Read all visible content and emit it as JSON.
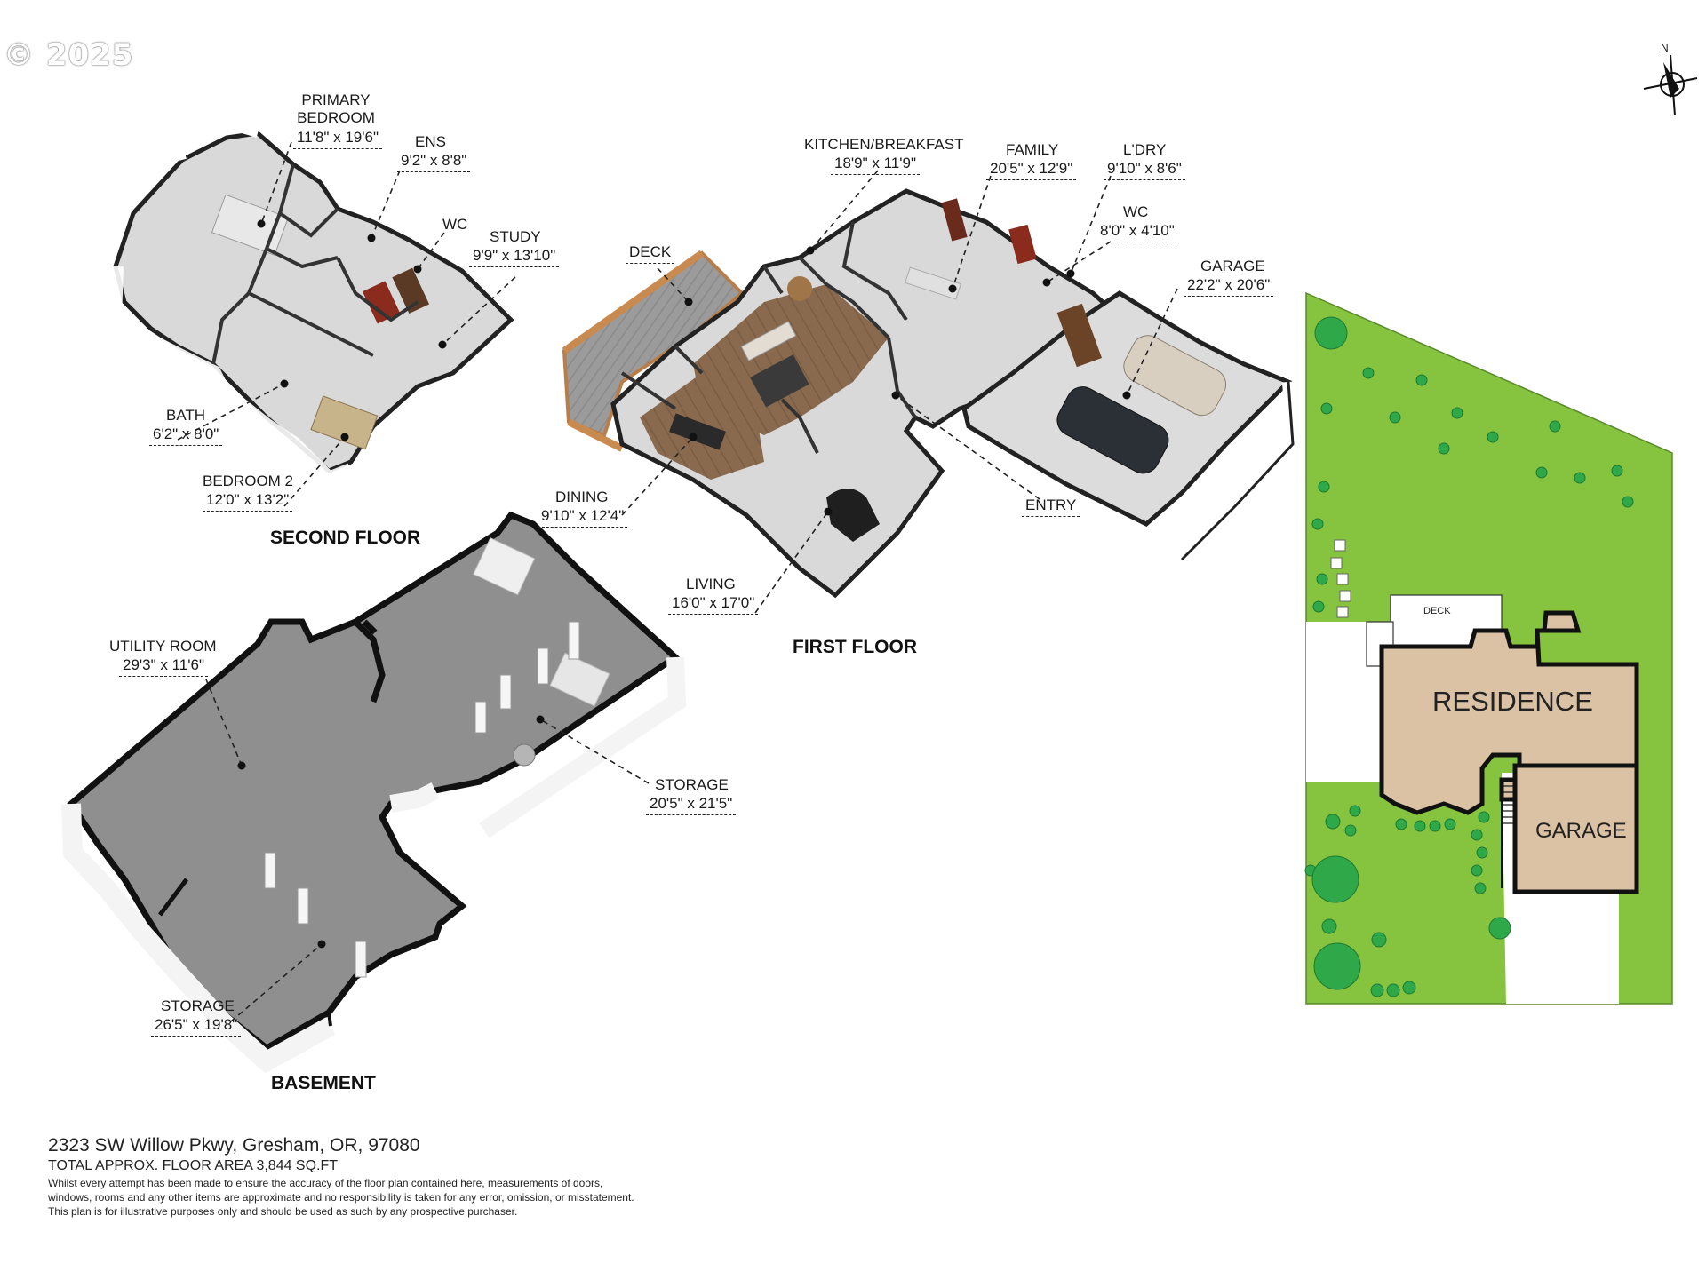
{
  "copyright": "© 2025",
  "compass": {
    "north_label": "N"
  },
  "floors": {
    "second": "SECOND FLOOR",
    "first": "FIRST FLOOR",
    "basement": "BASEMENT"
  },
  "rooms": {
    "primary_bedroom": {
      "name": "PRIMARY\nBEDROOM",
      "dims": "11'8\" x 19'6\""
    },
    "ens": {
      "name": "ENS",
      "dims": "9'2\" x 8'8\""
    },
    "wc_second": {
      "name": "WC",
      "dims": ""
    },
    "study": {
      "name": "STUDY",
      "dims": "9'9\" x 13'10\""
    },
    "bath": {
      "name": "BATH",
      "dims": "6'2\" x 8'0\""
    },
    "bedroom2": {
      "name": "BEDROOM 2",
      "dims": "12'0\" x 13'2\""
    },
    "deck": {
      "name": "DECK",
      "dims": ""
    },
    "kitchen": {
      "name": "KITCHEN/BREAKFAST",
      "dims": "18'9\" x 11'9\""
    },
    "family": {
      "name": "FAMILY",
      "dims": "20'5\" x 12'9\""
    },
    "laundry": {
      "name": "L'DRY",
      "dims": "9'10\" x 8'6\""
    },
    "wc_first": {
      "name": "WC",
      "dims": "8'0\" x 4'10\""
    },
    "garage": {
      "name": "GARAGE",
      "dims": "22'2\" x 20'6\""
    },
    "dining": {
      "name": "DINING",
      "dims": "9'10\" x 12'4\""
    },
    "entry": {
      "name": "ENTRY",
      "dims": ""
    },
    "living": {
      "name": "LIVING",
      "dims": "16'0\" x 17'0\""
    },
    "utility": {
      "name": "UTILITY ROOM",
      "dims": "29'3\" x 11'6\""
    },
    "storage1": {
      "name": "STORAGE",
      "dims": "20'5\" x 21'5\""
    },
    "storage2": {
      "name": "STORAGE",
      "dims": "26'5\" x 19'8\""
    }
  },
  "site_plan": {
    "deck": "DECK",
    "residence": "RESIDENCE",
    "garage": "GARAGE",
    "colors": {
      "lawn": "#86c440",
      "building": "#dcc2a4",
      "tree": "#2fa84a"
    }
  },
  "footer": {
    "address": "2323 SW Willow Pkwy, Gresham, OR, 97080",
    "area": "TOTAL APPROX. FLOOR AREA 3,844 SQ.FT",
    "disclaimer_1": "Whilst every attempt has been made to ensure the accuracy of the floor plan contained here, measurements of doors,",
    "disclaimer_2": "windows, rooms and any other items are approximate and no responsibility is taken for any error, omission, or misstatement.",
    "disclaimer_3": "This plan is for illustrative purposes only and should be used as such by any prospective purchaser."
  }
}
